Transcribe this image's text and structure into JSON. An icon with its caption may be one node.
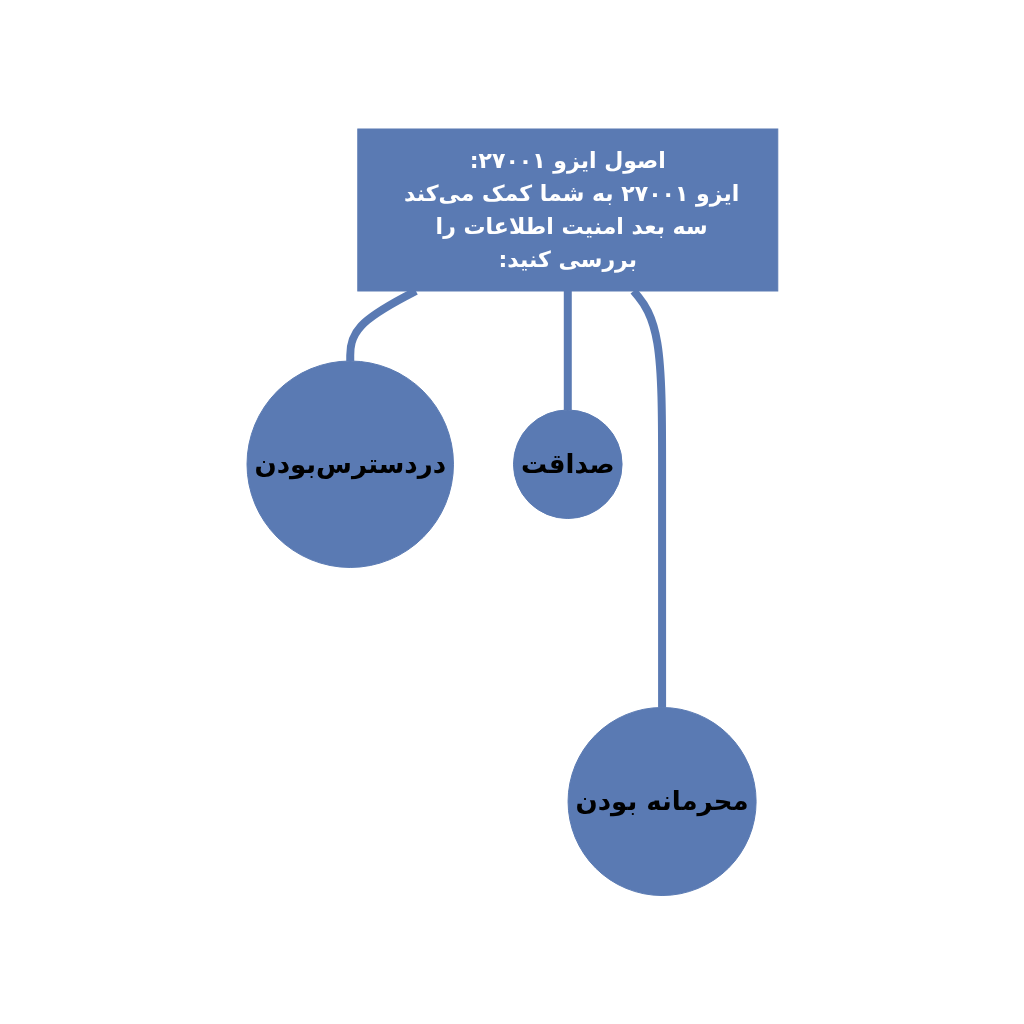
{
  "diagram": {
    "nodes": [
      {
        "text": [
          "اصول ایزو ۲۷۰۰۱:",
          "ایزو ۲۷۰۰۱ به شما کمک می‌کند سه بعد امنیت اطلاعات را بررسی کنید:"
        ]
      },
      {
        "text": [
          "دردسترس‌بودن"
        ]
      },
      {
        "text": [
          "صداقت"
        ]
      },
      {
        "text": [
          "محرمانه بودن"
        ]
      }
    ],
    "edges": [
      {
        "from": 0,
        "to": 1,
        "arrow": "none"
      },
      {
        "from": 0,
        "to": 2,
        "arrow": "none"
      },
      {
        "from": 0,
        "to": 3,
        "arrow": "none"
      }
    ]
  }
}
